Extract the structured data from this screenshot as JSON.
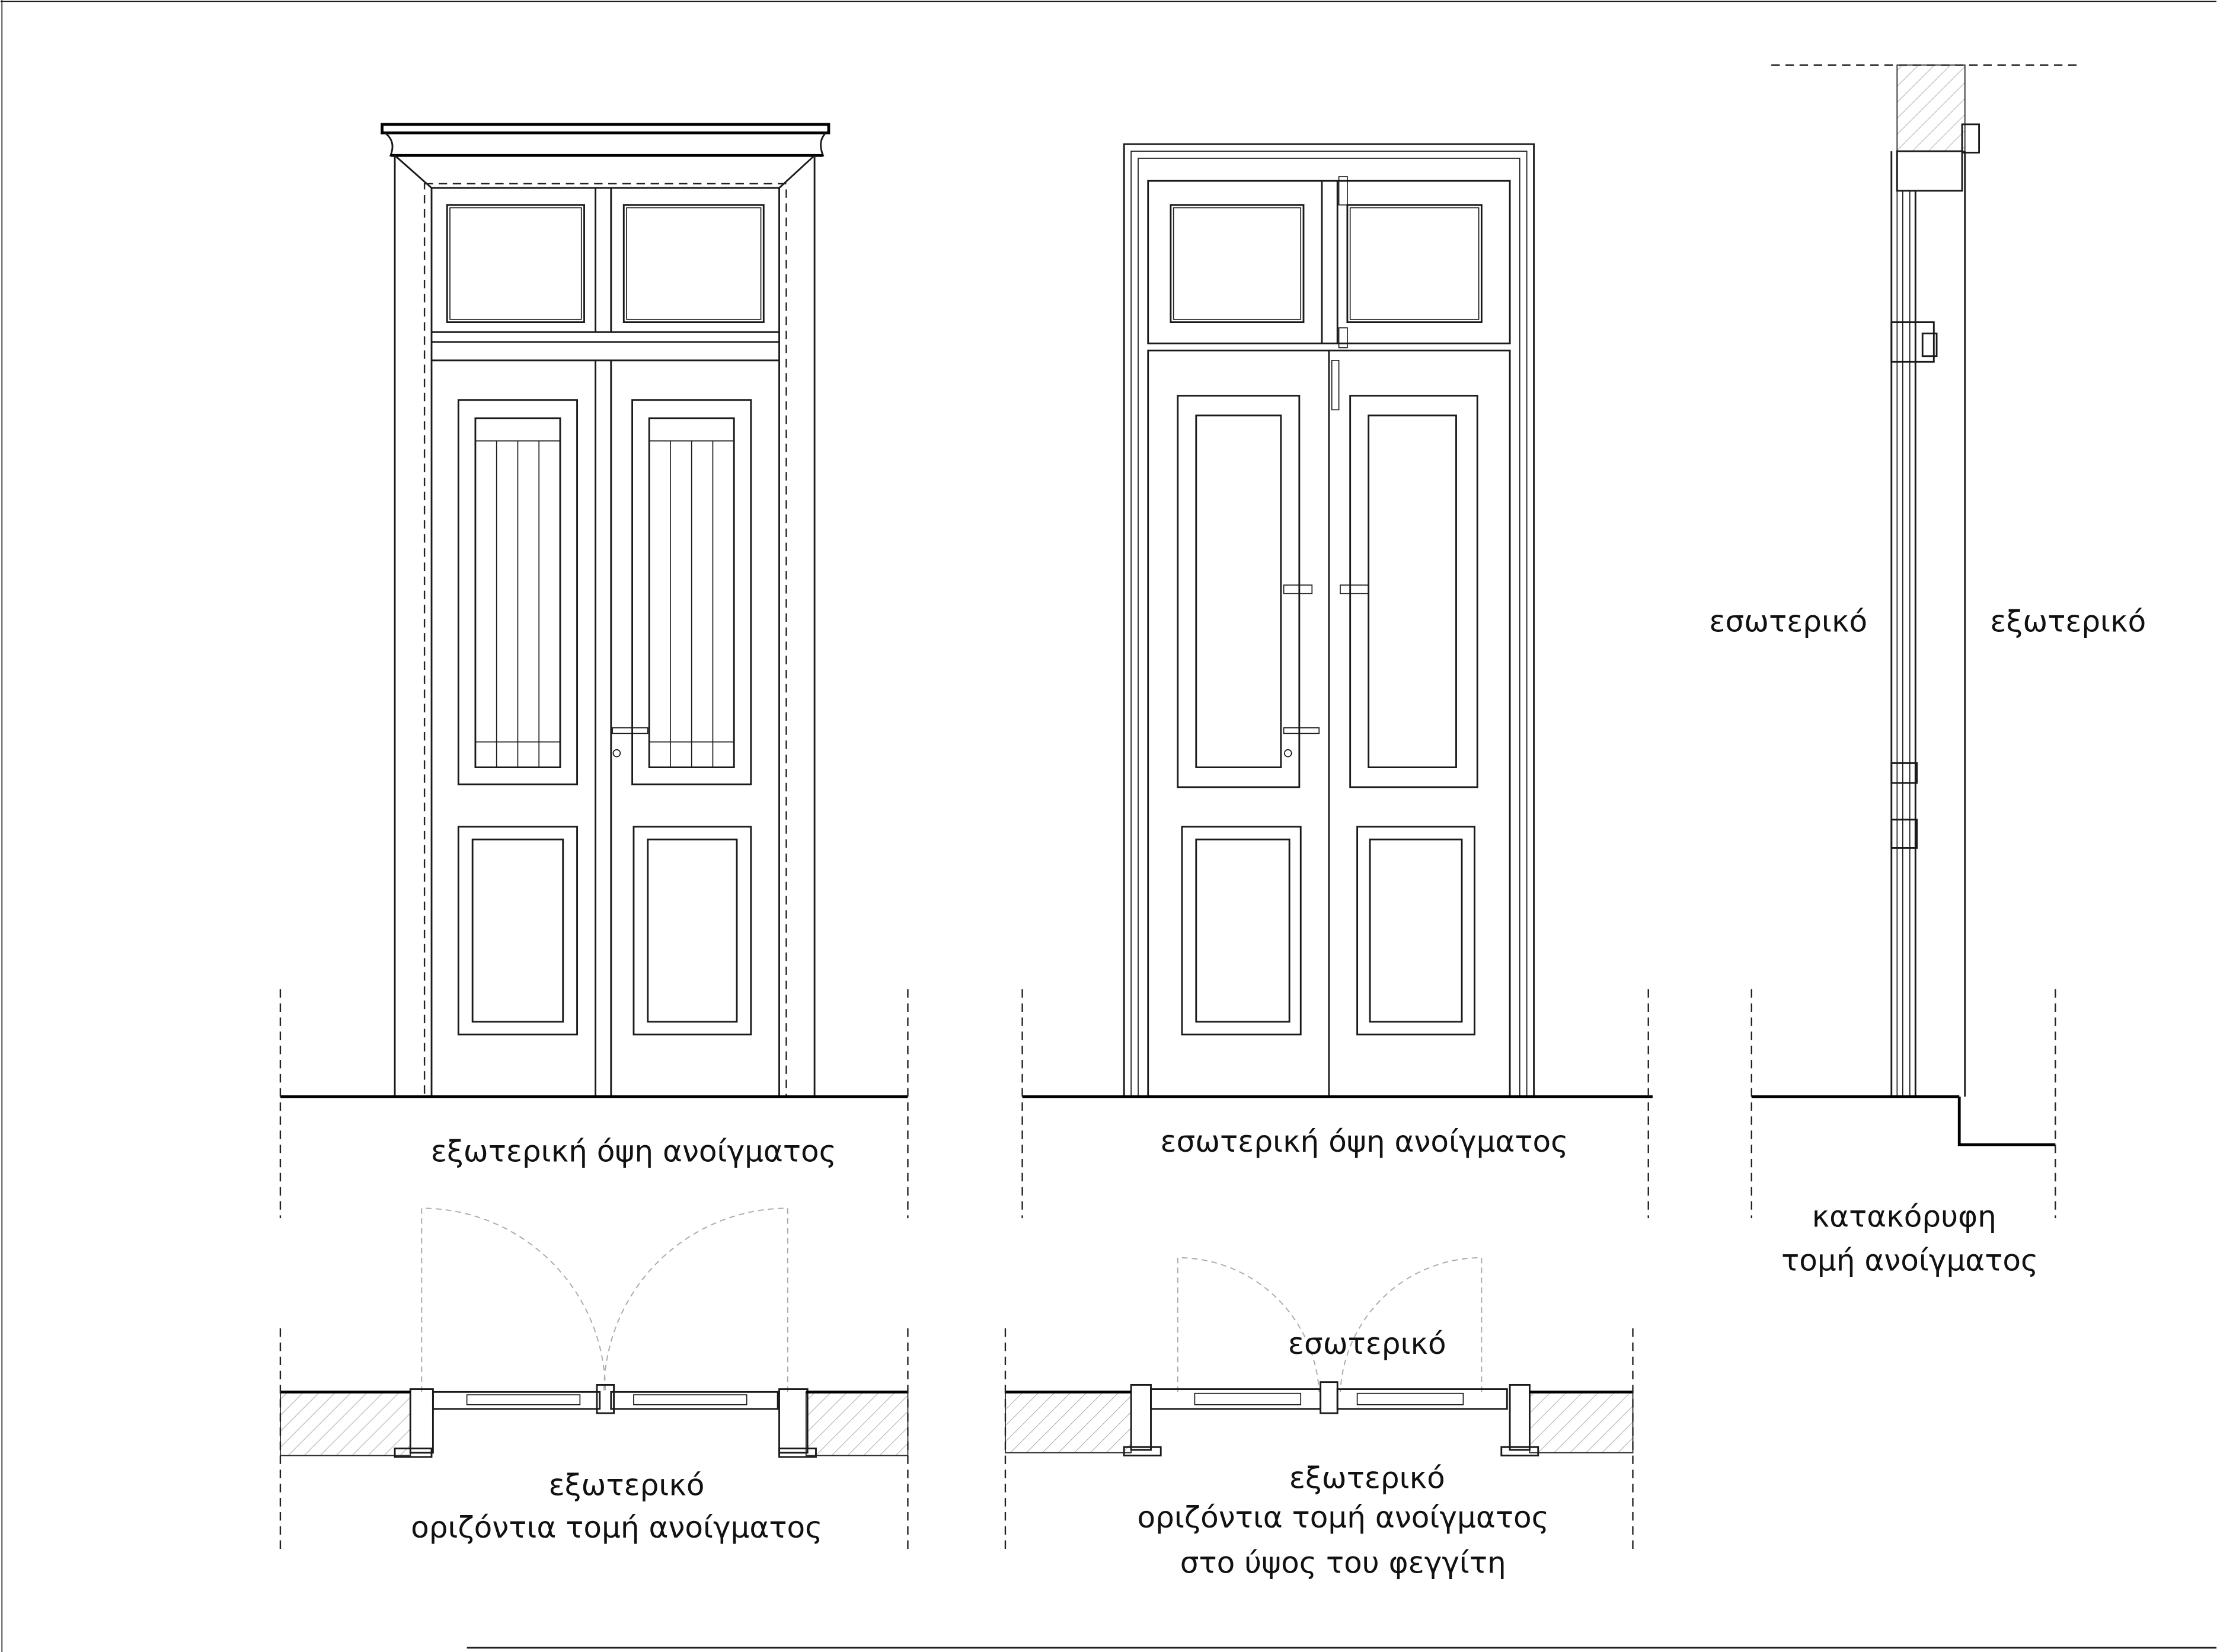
{
  "labels": {
    "exterior_elevation": "εξωτερική όψη ανοίγματος",
    "interior_elevation": "εσωτερική όψη ανοίγματος",
    "section_interior": "εσωτερικό",
    "section_exterior": "εξωτερικό",
    "vertical_section_line1": "κατακόρυφη",
    "vertical_section_line2": "τομή ανοίγματος",
    "plan1_exterior": "εξωτερικό",
    "plan1_title": "οριζόντια τομή ανοίγματος",
    "plan2_interior": "εσωτερικό",
    "plan2_exterior": "εξωτερικό",
    "plan2_title_line1": "οριζόντια τομή ανοίγματος",
    "plan2_title_line2": "στο ύψος του φεγγίτη"
  }
}
